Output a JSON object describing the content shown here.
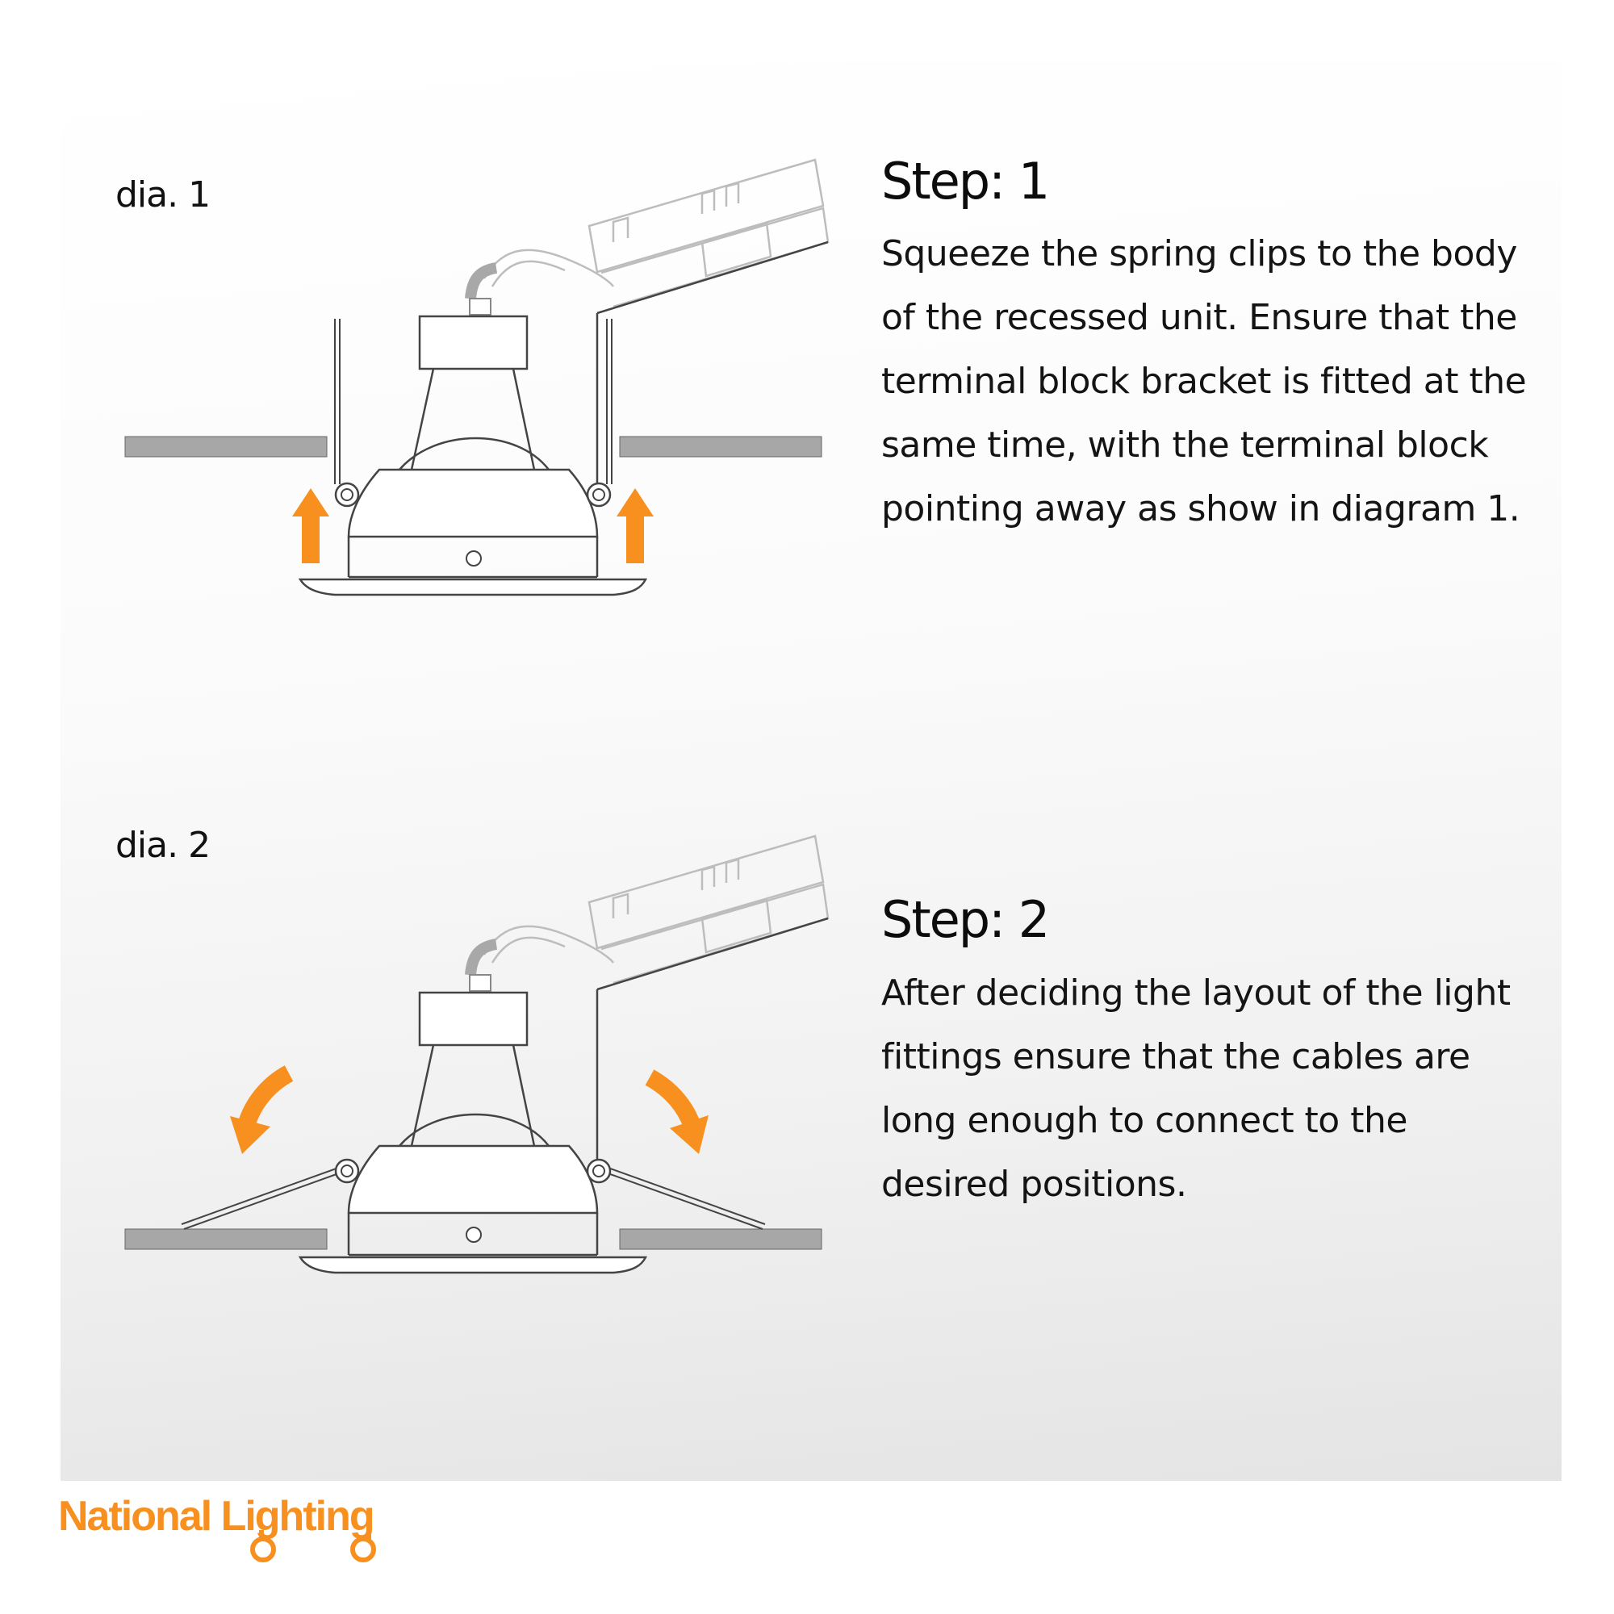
{
  "diagram_1": {
    "label": "dia. 1"
  },
  "diagram_2": {
    "label": "dia. 2"
  },
  "step_1": {
    "title": "Step: 1",
    "text": "Squeeze the spring clips to the body of the recessed unit. Ensure that the terminal block bracket is fitted at the same time, with the terminal block pointing away as show in diagram 1."
  },
  "step_2": {
    "title": "Step: 2",
    "text": "After deciding the layout of the light fittings ensure that the cables are long enough to connect to the desired positions."
  },
  "brand": {
    "name": "National Lighting"
  },
  "colors": {
    "accent": "#f7901e",
    "ceiling": "#a7a7a8",
    "line": "#444444",
    "faint": "#bdbdbd"
  },
  "icons": [
    "arrow-up-icon",
    "curved-arrow-icon",
    "lightbulb-icon"
  ]
}
